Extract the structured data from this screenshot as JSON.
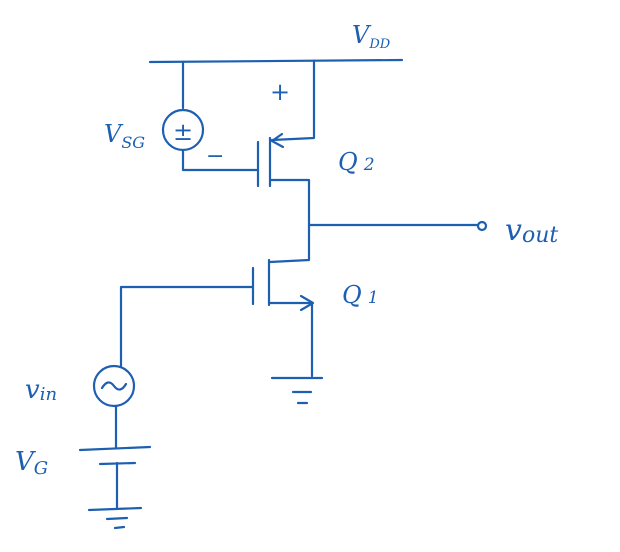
{
  "labels": {
    "vdd": "V",
    "vdd_sub": "DD",
    "vsg": "V",
    "vsg_sub": "SG",
    "q2": "Q",
    "q2_sub": "2",
    "q1": "Q",
    "q1_sub": "1",
    "vout": "v",
    "vout_sub": "out",
    "vin": "v",
    "vin_sub": "in",
    "vg": "V",
    "vg_sub": "G",
    "plus": "+",
    "minus": "−",
    "src_plus_minus": "±"
  }
}
